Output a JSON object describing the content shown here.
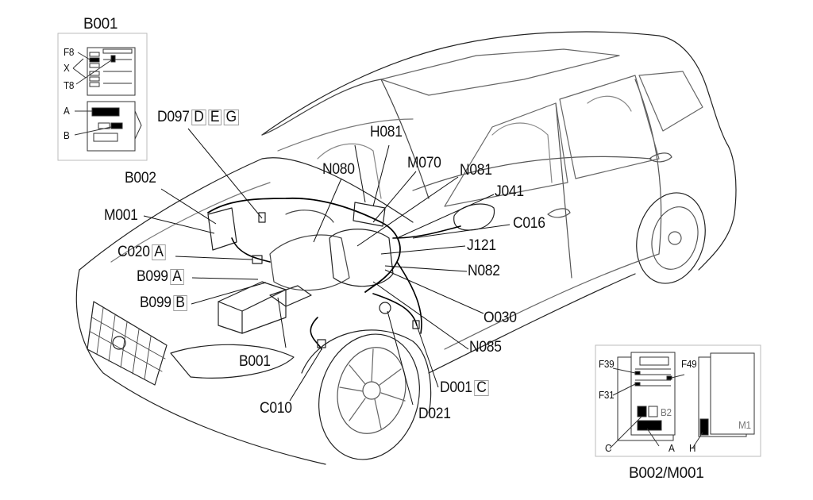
{
  "diagram": {
    "type": "vehicle wiring component location diagram",
    "insets": {
      "fuse_box_b001": {
        "title": "B001",
        "labels": [
          "F8",
          "X",
          "T8",
          "A",
          "B"
        ]
      },
      "fuse_box_b002_m001": {
        "title": "B002/M001",
        "labels": [
          "F39",
          "F49",
          "F31",
          "B2",
          "C",
          "A",
          "H",
          "M1"
        ]
      }
    },
    "callouts": [
      {
        "code": "D097",
        "variants": [
          "D",
          "E",
          "G"
        ]
      },
      {
        "code": "H081",
        "variants": []
      },
      {
        "code": "B002",
        "variants": []
      },
      {
        "code": "N080",
        "variants": []
      },
      {
        "code": "M070",
        "variants": []
      },
      {
        "code": "N081",
        "variants": []
      },
      {
        "code": "J041",
        "variants": []
      },
      {
        "code": "M001",
        "variants": []
      },
      {
        "code": "C016",
        "variants": []
      },
      {
        "code": "C020",
        "variants": [
          "A"
        ]
      },
      {
        "code": "J121",
        "variants": []
      },
      {
        "code": "B099",
        "variants": [
          "A"
        ]
      },
      {
        "code": "N082",
        "variants": []
      },
      {
        "code": "B099",
        "variants": [
          "B"
        ]
      },
      {
        "code": "O030",
        "variants": []
      },
      {
        "code": "N085",
        "variants": []
      },
      {
        "code": "B001",
        "variants": []
      },
      {
        "code": "D001",
        "variants": [
          "C"
        ]
      },
      {
        "code": "C010",
        "variants": []
      },
      {
        "code": "D021",
        "variants": []
      }
    ]
  }
}
